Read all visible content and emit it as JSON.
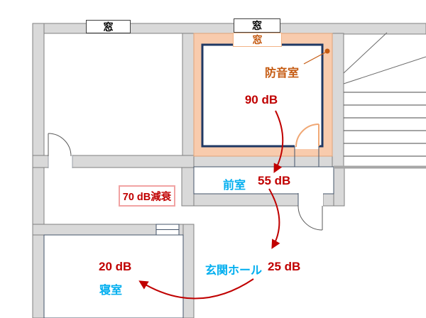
{
  "colors": {
    "wall_gray": "#D9D9D9",
    "wall_outline": "#808080",
    "soundproof_wall_fill": "#F8CBAD",
    "soundproof_accent_orange": "#C55A11",
    "soundproof_inner_border_navy": "#1F3864",
    "sound_level_red": "#C00000",
    "room_label_cyan": "#00AEEF",
    "attenuation_box_border": "#F1A3A3",
    "plan_line_navy_gray": "#44546A"
  },
  "windows": {
    "left_room": "窓",
    "soundproof_outer": "窓",
    "soundproof_inner": "窓"
  },
  "rooms": {
    "soundproof": "防音室",
    "anteroom": "前室",
    "entrance_hall": "玄関ホール",
    "bedroom": "寝室"
  },
  "sound_levels": {
    "soundproof": "90 dB",
    "anteroom": "55 dB",
    "entrance_hall": "25 dB",
    "bedroom": "20 dB"
  },
  "attenuation_label": "70 dB減衰"
}
